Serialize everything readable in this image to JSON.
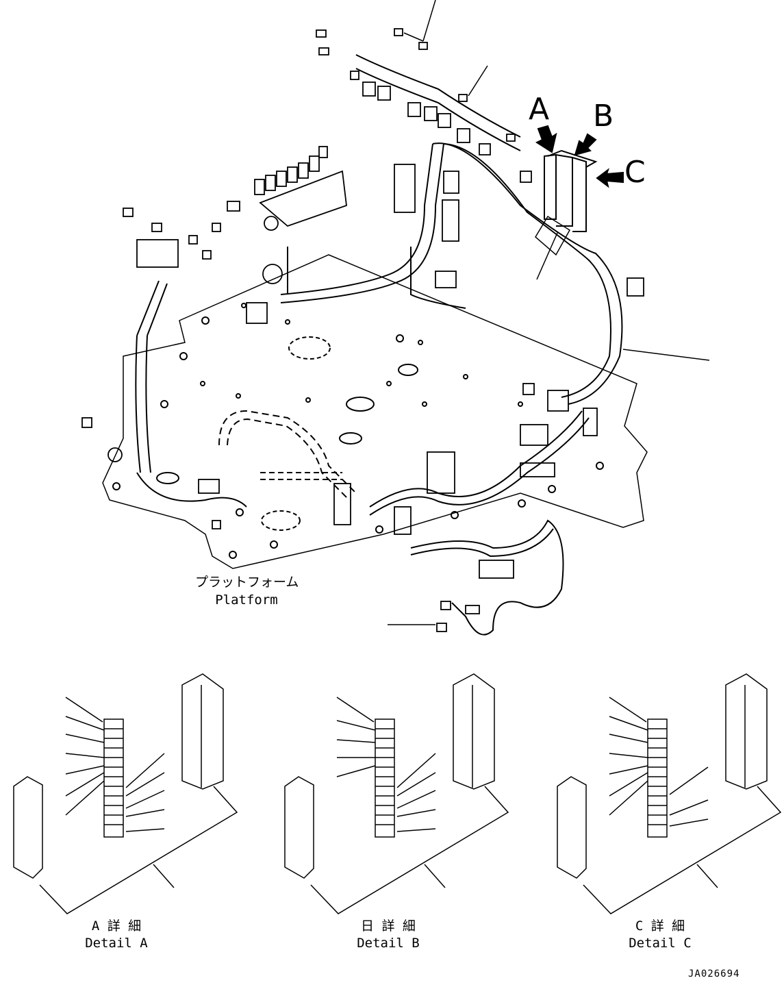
{
  "diagram": {
    "platform_label_jp": "プラットフォーム",
    "platform_label_en": "Platform",
    "callouts": {
      "a": "A",
      "b": "B",
      "c": "C"
    },
    "details": [
      {
        "label_jp": "A 詳 細",
        "label_en": "Detail A"
      },
      {
        "label_jp": "日 詳 細",
        "label_en": "Detail B"
      },
      {
        "label_jp": "C 詳 細",
        "label_en": "Detail C"
      }
    ],
    "drawing_code": "JA026694",
    "colors": {
      "line": "#000000",
      "background": "#ffffff"
    }
  }
}
